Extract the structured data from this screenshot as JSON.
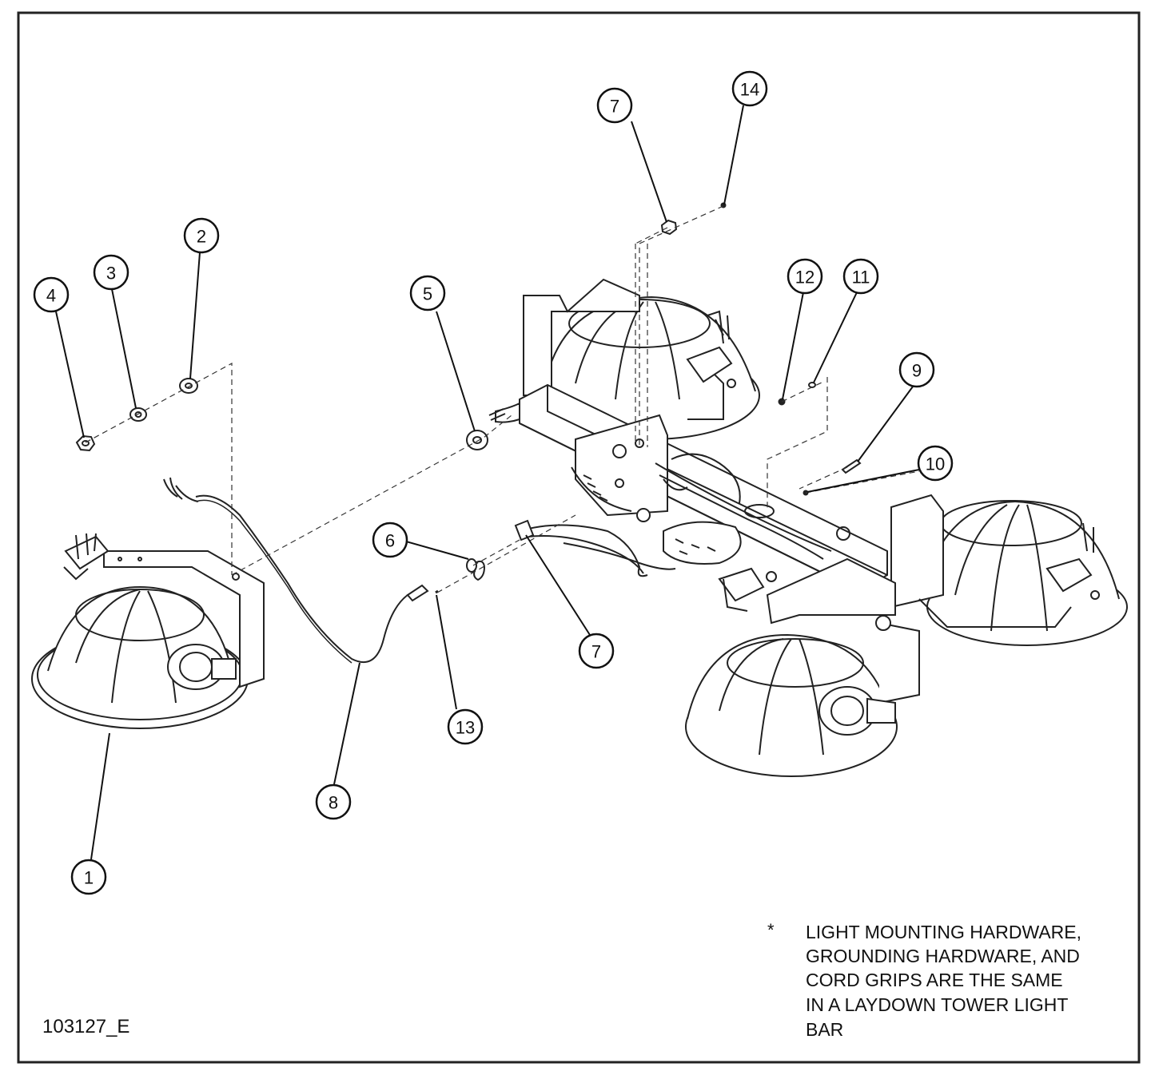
{
  "callouts": [
    {
      "label": "1"
    },
    {
      "label": "2"
    },
    {
      "label": "3"
    },
    {
      "label": "4"
    },
    {
      "label": "5"
    },
    {
      "label": "6"
    },
    {
      "label": "7"
    },
    {
      "label": "7"
    },
    {
      "label": "8"
    },
    {
      "label": "9"
    },
    {
      "label": "10"
    },
    {
      "label": "11"
    },
    {
      "label": "12"
    },
    {
      "label": "13"
    },
    {
      "label": "14"
    }
  ],
  "note": {
    "marker": "*",
    "lines": [
      "LIGHT MOUNTING HARDWARE,",
      "GROUNDING HARDWARE, AND",
      "CORD GRIPS ARE THE SAME",
      "IN A LAYDOWN TOWER LIGHT",
      "BAR"
    ]
  },
  "drawing_number": "103127_E"
}
